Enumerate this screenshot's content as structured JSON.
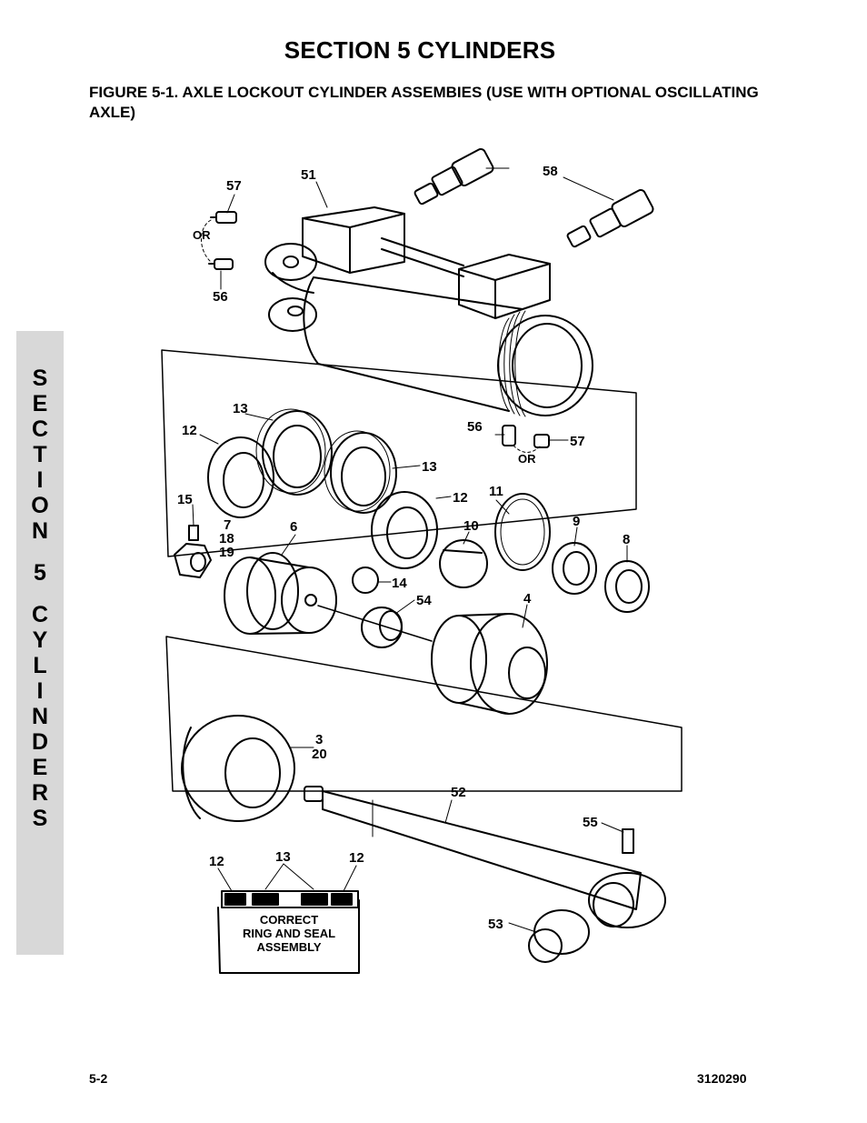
{
  "page": {
    "section_title": "SECTION 5  CYLINDERS",
    "figure_caption": "FIGURE 5-1.   AXLE LOCKOUT CYLINDER ASSEMBIES (USE WITH OPTIONAL OSCILLATING AXLE)",
    "side_tab_words": [
      "SECTION",
      "5",
      "CYLINDERS"
    ],
    "footer_left": "5-2",
    "footer_right": "3120290"
  },
  "diagram": {
    "callouts": {
      "c57a": "57",
      "c51": "51",
      "c58": "58",
      "or_top": "OR",
      "c56a": "56",
      "c13a": "13",
      "c12a": "12",
      "c56b": "56",
      "c57b": "57",
      "or_mid": "OR",
      "c13b": "13",
      "c12b": "12",
      "c11": "11",
      "c15": "15",
      "c7": "7",
      "c18": "18",
      "c19": "19",
      "c6": "6",
      "c10": "10",
      "c9": "9",
      "c8": "8",
      "c14": "14",
      "c54": "54",
      "c4": "4",
      "c3": "3",
      "c20": "20",
      "c52": "52",
      "c55": "55",
      "c12c": "12",
      "c13c": "13",
      "c12d": "12",
      "c53": "53"
    },
    "inset_text": {
      "line1": "CORRECT",
      "line2": "RING AND SEAL",
      "line3": "ASSEMBLY"
    }
  }
}
